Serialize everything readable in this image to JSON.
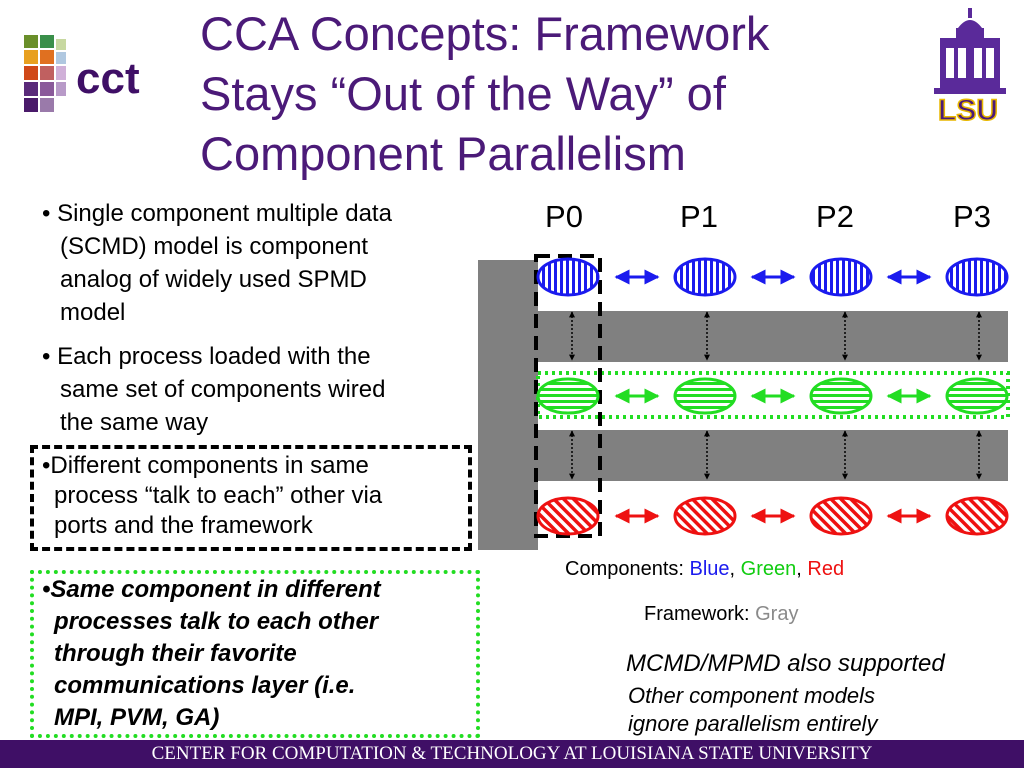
{
  "title": {
    "line1": "CCA Concepts: Framework",
    "line2": "Stays “Out of the Way” of",
    "line3": "Component Parallelism"
  },
  "logos": {
    "cct_text": "cct",
    "lsu_text": "LSU"
  },
  "bullets": {
    "b1": [
      "• Single component multiple data",
      "(SCMD) model is component",
      "analog of widely used SPMD",
      "model"
    ],
    "b2": [
      "• Each process loaded with the",
      "same set of components wired",
      "the same way"
    ],
    "b3": [
      "•Different components in same",
      "process “talk to each” other via",
      "ports and the framework"
    ],
    "b4": [
      "•Same component in different",
      "processes talk to each other",
      "through their favorite",
      "communications layer (i.e.",
      "MPI, PVM, GA)"
    ]
  },
  "diagram": {
    "processes": [
      "P0",
      "P1",
      "P2",
      "P3"
    ],
    "colors": {
      "blue": "#1a1aee",
      "green": "#22dd22",
      "red": "#ee1111",
      "gray": "#808080",
      "title": "#4b1a78",
      "footer": "#3f0f66"
    }
  },
  "legend": {
    "components_label": "Components: ",
    "blue": "Blue",
    "comma1": ", ",
    "green": "Green",
    "comma2": ", ",
    "red": "Red",
    "framework_label": "Framework: ",
    "gray": "Gray"
  },
  "notes": {
    "n1": "MCMD/MPMD also supported",
    "n2": "Other component models",
    "n3": "ignore parallelism entirely"
  },
  "footer": "CENTER FOR COMPUTATION & TECHNOLOGY AT LOUISIANA STATE UNIVERSITY"
}
